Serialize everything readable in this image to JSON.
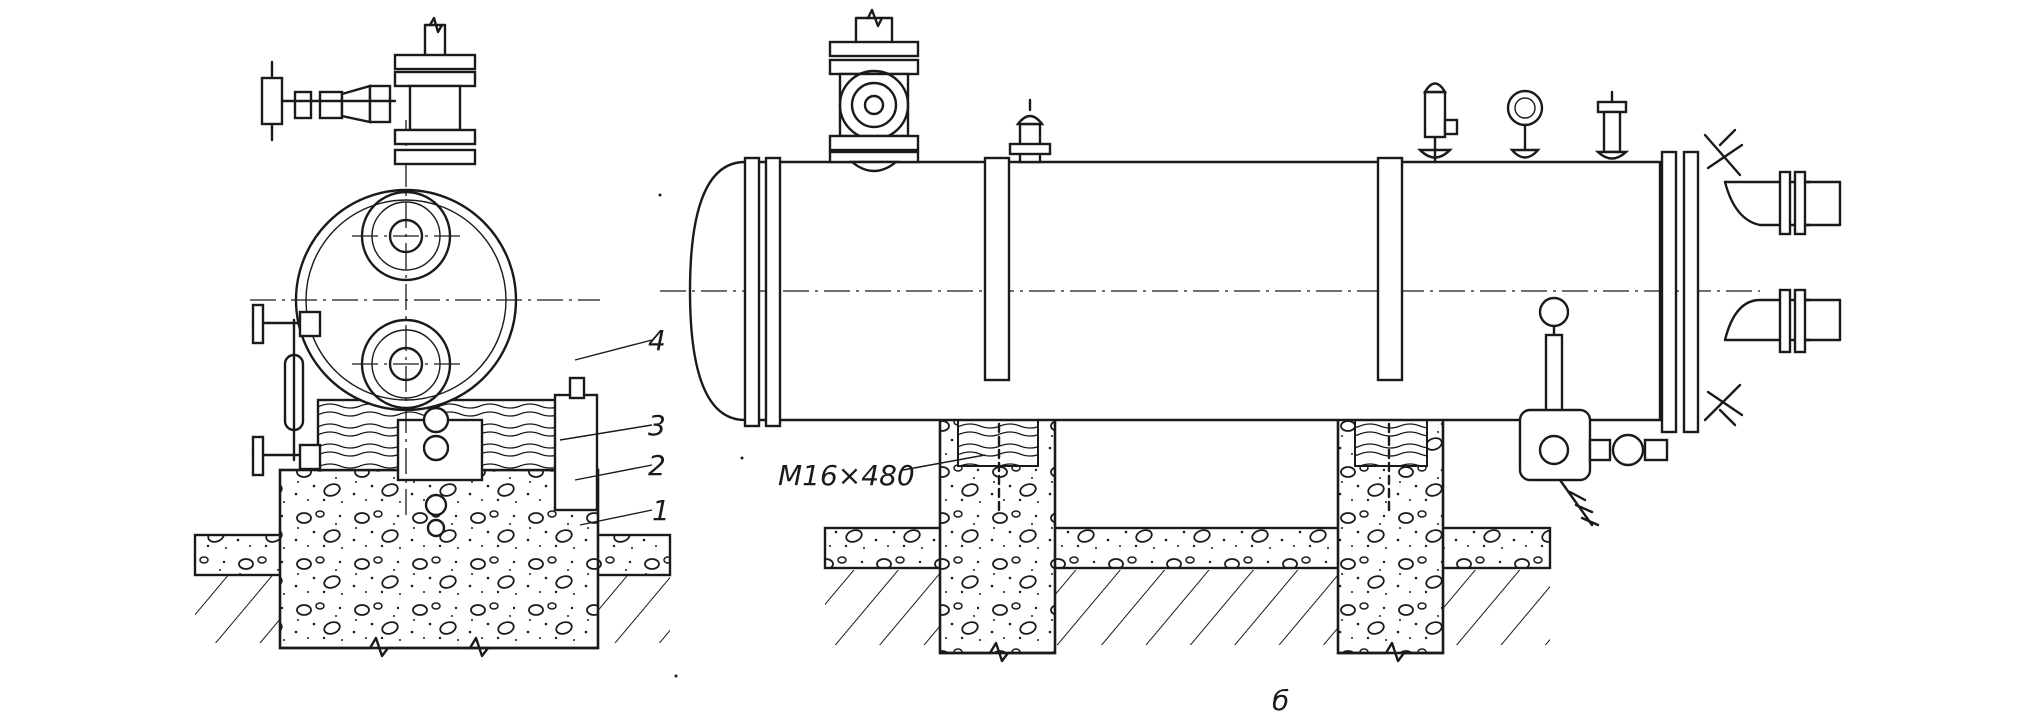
{
  "labels": {
    "callout_1": "1",
    "callout_2": "2",
    "callout_3": "3",
    "callout_4": "4",
    "bolt_spec": "M16×480",
    "caption_fragment": "б"
  },
  "colors": {
    "line": "#1a1a1a",
    "background": "#ffffff"
  }
}
